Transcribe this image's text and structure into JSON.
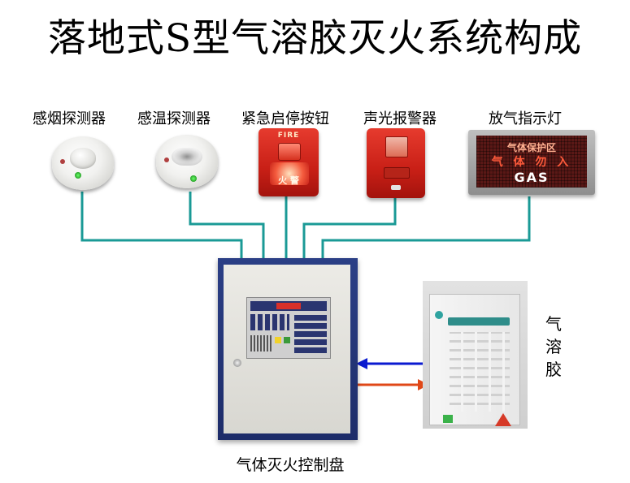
{
  "title": "落地式S型气溶胶灭火系统构成",
  "devices": {
    "smoke_detector": "感烟探测器",
    "heat_detector": "感温探测器",
    "emergency_button": "紧急启停按钮",
    "sound_light_alarm": "声光报警器",
    "gas_release_light": "放气指示灯"
  },
  "fire_button": {
    "top_text": "FIRE",
    "face_text": "火 警"
  },
  "gas_sign": {
    "line1": "气体保护区",
    "line2": "气 体 勿 入",
    "line3": "GAS"
  },
  "control_panel_label": "气体灭火控制盘",
  "aerosol_label": "气\n溶\n胶",
  "colors": {
    "wire": "#1a9a96",
    "arrow_in": "#0a1ad0",
    "arrow_out": "#e04818",
    "panel": "#2b3f86"
  }
}
